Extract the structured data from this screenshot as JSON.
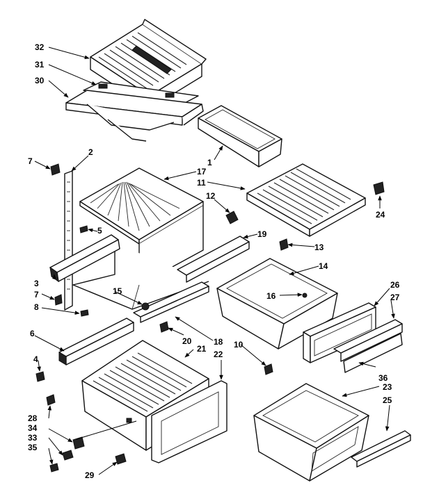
{
  "callouts": {
    "c1": "1",
    "c2": "2",
    "c3": "3",
    "c4": "4",
    "c5": "5",
    "c6": "6",
    "c7a": "7",
    "c7b": "7",
    "c8": "8",
    "c10": "10",
    "c11": "11",
    "c12": "12",
    "c13": "13",
    "c14": "14",
    "c15": "15",
    "c16": "16",
    "c17": "17",
    "c18": "18",
    "c19": "19",
    "c20": "20",
    "c21": "21",
    "c22": "22",
    "c23": "23",
    "c24": "24",
    "c25": "25",
    "c26": "26",
    "c27": "27",
    "c28": "28",
    "c29": "29",
    "c30": "30",
    "c31": "31",
    "c32": "32",
    "c33": "33",
    "c34": "34",
    "c35": "35",
    "c36": "36"
  }
}
